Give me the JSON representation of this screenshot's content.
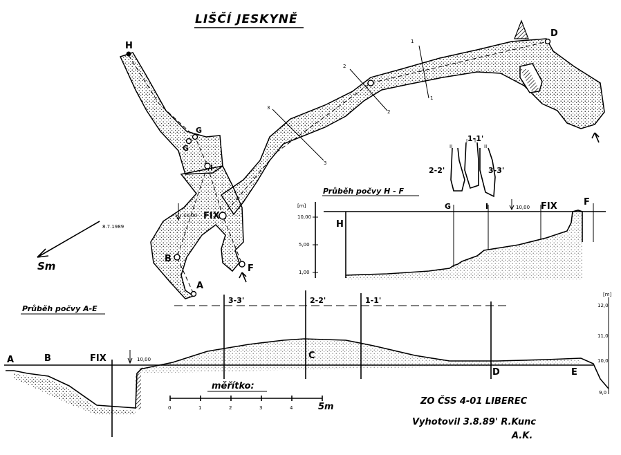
{
  "title": "LIŠČÍ JESKYNĚ",
  "date_north": "8.7.1989",
  "north_label": "Sm",
  "plan_points": {
    "H": "H",
    "G": "G",
    "G2": "G",
    "I": "I",
    "FIX": "FIX",
    "B": "B",
    "A": "A",
    "F": "F",
    "D": "D"
  },
  "plan_depth": "10,00",
  "section_marks": [
    "1",
    "1",
    "2",
    "2",
    "3",
    "3"
  ],
  "profile_hf": {
    "heading": "Průběh počvy H - F",
    "unit": "[m]",
    "axis_ticks": [
      "10,00",
      "5,00",
      "1,00"
    ],
    "labels": {
      "H": "H",
      "G": "G",
      "I": "I",
      "FIX": "FIX",
      "F": "F",
      "depth": "10,00"
    },
    "sections": [
      "2-2'",
      "1-1'",
      "3-3'"
    ],
    "cs_marks": [
      "II",
      "I",
      "I",
      "II"
    ]
  },
  "profile_ae": {
    "heading": "Průběh počvy A-E",
    "sections": [
      "3-3'",
      "2-2'",
      "1-1'"
    ],
    "labels": {
      "A": "A",
      "B": "B",
      "FIX": "FIX",
      "C": "C",
      "D": "D",
      "E": "E",
      "depth": "10,00"
    },
    "axis_unit": "[m]",
    "axis_ticks": [
      "12,0",
      "11,0",
      "10,0",
      "9,0"
    ]
  },
  "scale": {
    "heading": "měřítko:",
    "ticks": [
      "0",
      "1",
      "2",
      "3",
      "4"
    ],
    "unit": "5m"
  },
  "credits": {
    "org": "ZO ČSS 4-01 LIBEREC",
    "author": "Vyhotovil 3.8.89' R.Kunc",
    "signature": "A.K."
  }
}
